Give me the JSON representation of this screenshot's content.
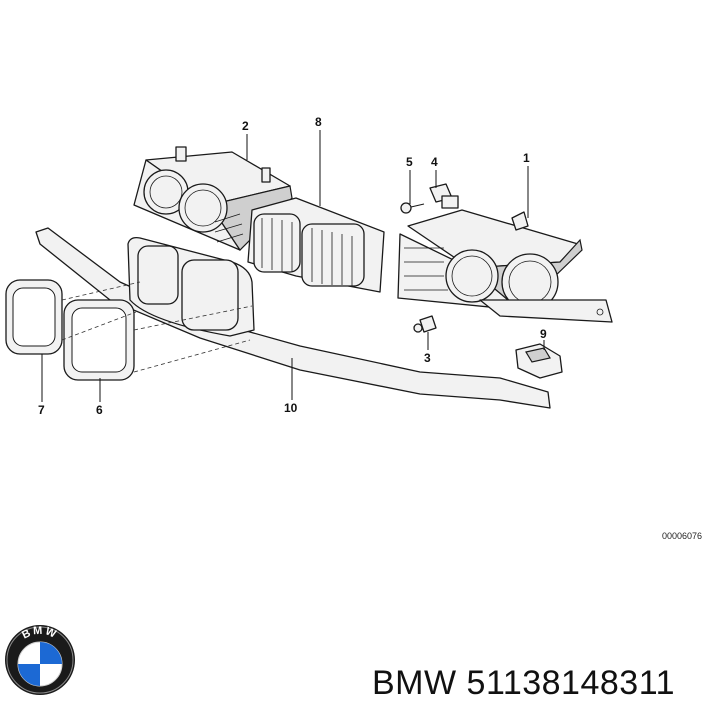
{
  "diagram": {
    "callouts": {
      "c1": "1",
      "c2": "2",
      "c3": "3",
      "c4": "4",
      "c5": "5",
      "c6": "6",
      "c7": "7",
      "c8": "8",
      "c9": "9",
      "c10": "10"
    },
    "reference_code": "00006076"
  },
  "footer": {
    "brand": "BMW",
    "part_number": "51138148311",
    "caption": "BMW 51138148311",
    "logo_text": "BMW",
    "logo_colors": {
      "blue": "#1c69d4",
      "white": "#ffffff",
      "ring": "#1a1a1a"
    }
  }
}
